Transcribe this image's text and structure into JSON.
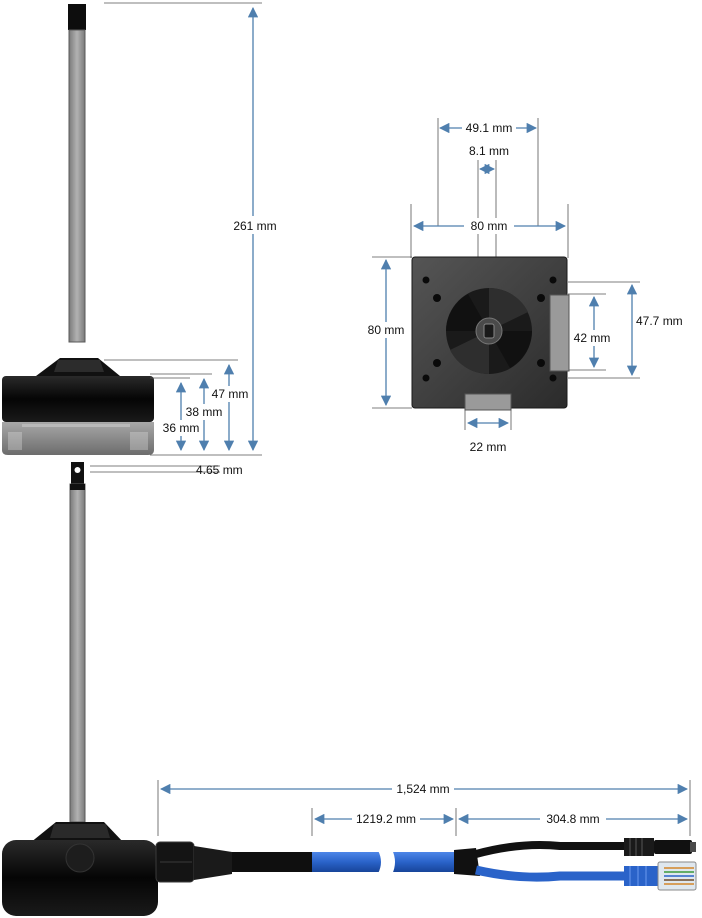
{
  "colors": {
    "dimension_line": "#4f7fae",
    "extension_line": "#555555",
    "body_black": "#0d0d0d",
    "body_grey": "#8f8f8f",
    "plate_dark": "#3f3f3f",
    "cable_blue": "#2a63c9",
    "rod_grey": "#9a9a9a"
  },
  "side_view": {
    "overall_height": "261 mm",
    "height_47": "47 mm",
    "height_38": "38 mm",
    "height_36": "36 mm",
    "tab_offset": "4.65 mm"
  },
  "top_view": {
    "width_49_1": "49.1 mm",
    "width_8_1": "8.1 mm",
    "width_80": "80 mm",
    "height_80": "80 mm",
    "height_42": "42 mm",
    "height_47_7": "47.7 mm",
    "width_22": "22 mm"
  },
  "cable_view": {
    "total_length": "1,524 mm",
    "blue_cable_length": "1219.2 mm",
    "split_length": "304.8 mm"
  },
  "icons": [
    "actuator-body-icon",
    "motor-top-plate-icon",
    "rj45-connector-icon",
    "power-plug-icon"
  ]
}
